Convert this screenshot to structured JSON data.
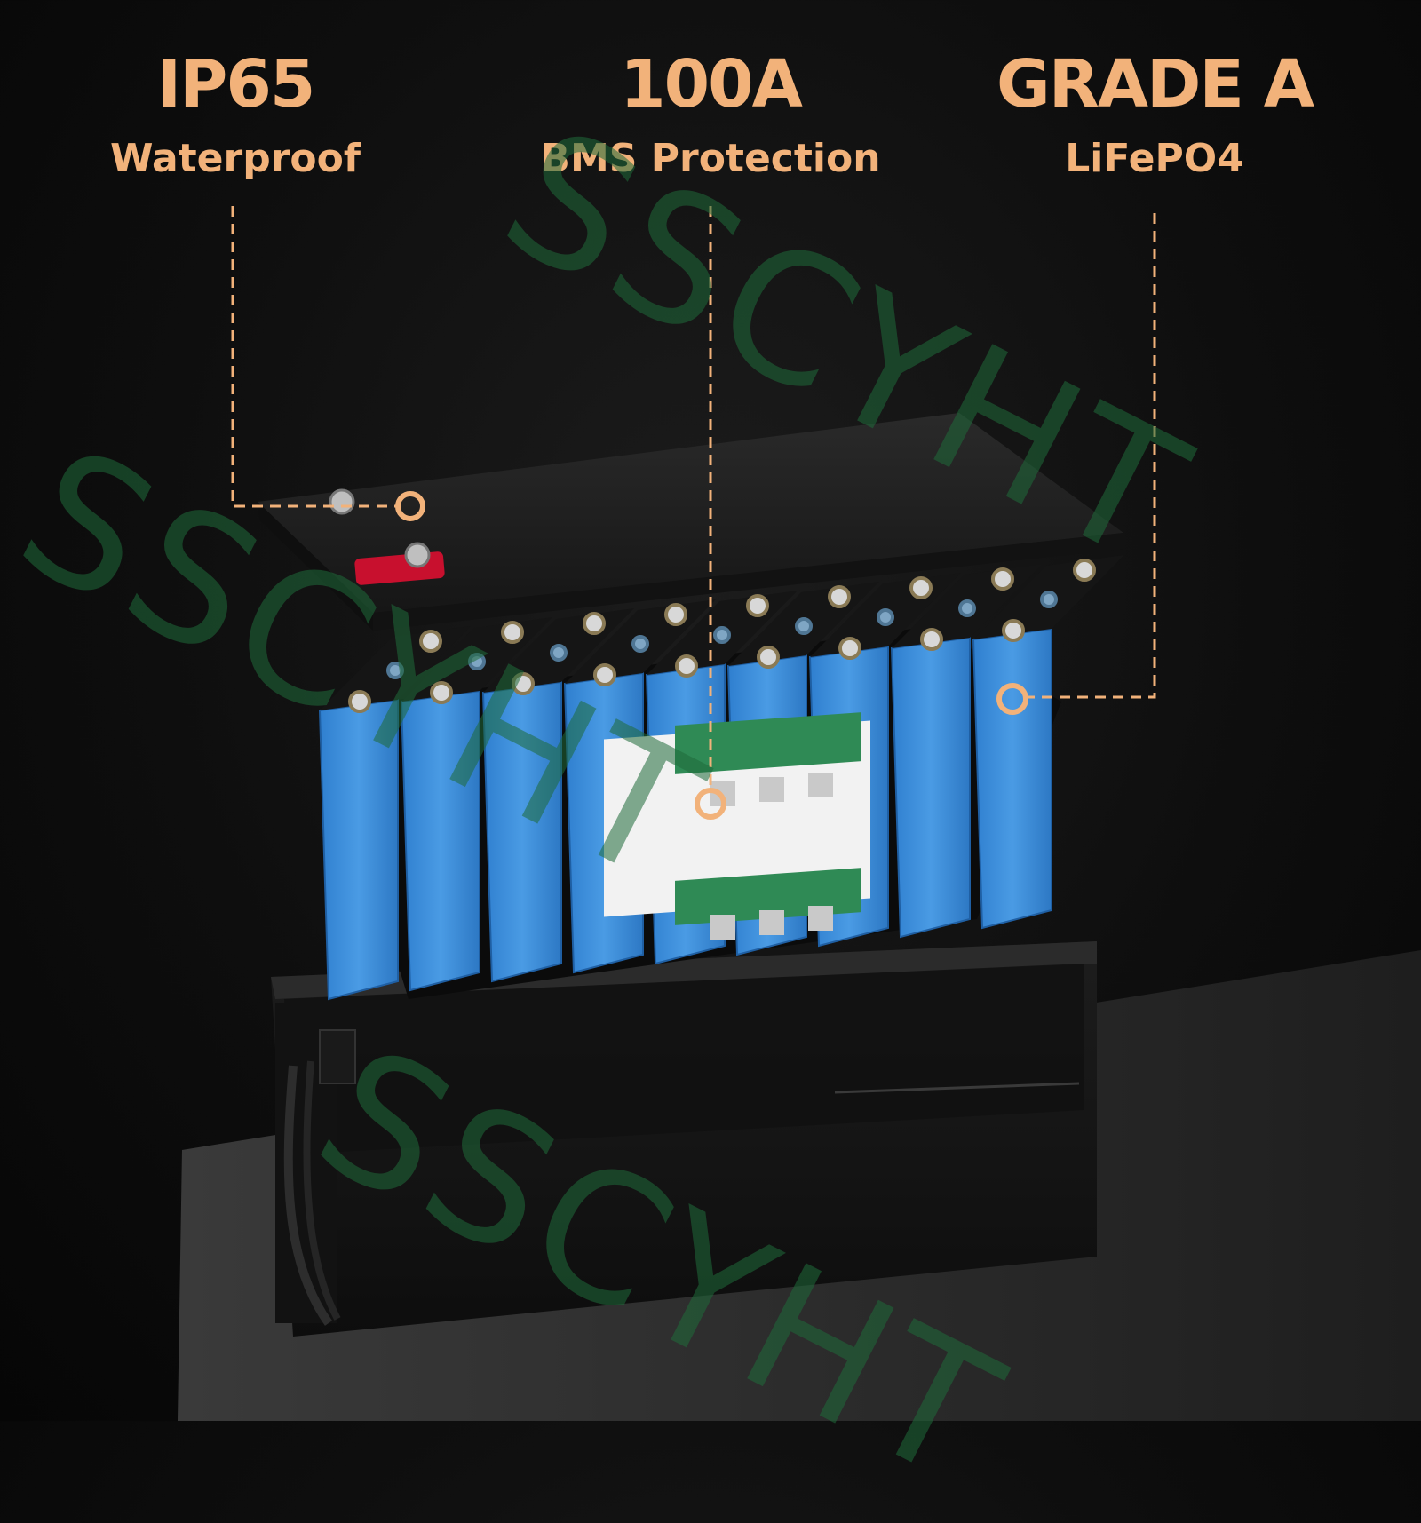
{
  "colors": {
    "accent": "#f2b27a",
    "cell_blue": "#3f8fd8",
    "watermark": "#1f6b3a",
    "terminal_red": "#c8102e"
  },
  "features": [
    {
      "title": "IP65",
      "subtitle": "Waterproof"
    },
    {
      "title": "100A",
      "subtitle": "BMS Protection"
    },
    {
      "title": "GRADE A",
      "subtitle": "LiFePO4"
    }
  ],
  "watermark": {
    "text": "SSCYHT"
  }
}
